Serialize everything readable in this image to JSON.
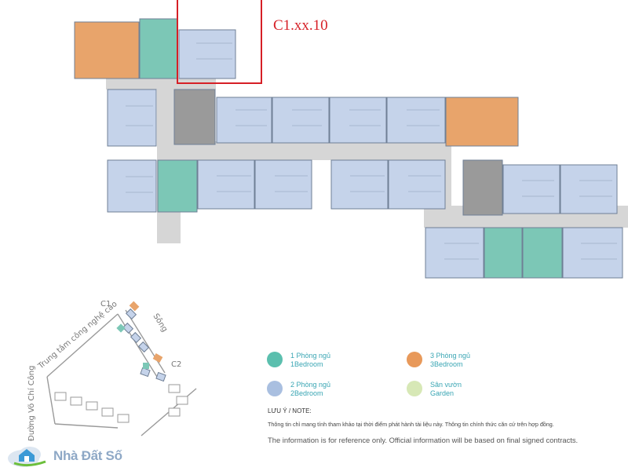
{
  "unit_label": "C1.xx.10",
  "site_map": {
    "block_c1": "C1",
    "block_c2": "C2",
    "road_river": "Sông",
    "road_tech": "Trung tâm công nghệ cao",
    "road_street": "Đường Võ Chí Công"
  },
  "legend": [
    {
      "vi": "1 Phòng ngủ",
      "en": "1Bedroom",
      "color": "#5bbfae"
    },
    {
      "vi": "3 Phòng ngủ",
      "en": "3Bedroom",
      "color": "#e8995a"
    },
    {
      "vi": "2 Phòng ngủ",
      "en": "2Bedroom",
      "color": "#a9bfe0"
    },
    {
      "vi": "Sân vườn",
      "en": "Garden",
      "color": "#d7e8b6"
    }
  ],
  "note": {
    "heading": "LƯU Ý / NOTE:",
    "vi": "Thông tin chỉ mang tính tham khảo tại thời điểm phát hành tài liệu này. Thông tin chính thức căn cứ trên hợp đồng.",
    "en": "The information is for reference only. Official information will be based on final signed contracts."
  },
  "watermark": {
    "text": "Nhà Đất Số"
  },
  "colors": {
    "one_bedroom": "#7cc7b6",
    "two_bedroom": "#c5d3ea",
    "three_bedroom": "#e8a46b",
    "corridor": "#d6d6d6",
    "core": "#9a9a9a",
    "highlight": "#d61f26"
  }
}
